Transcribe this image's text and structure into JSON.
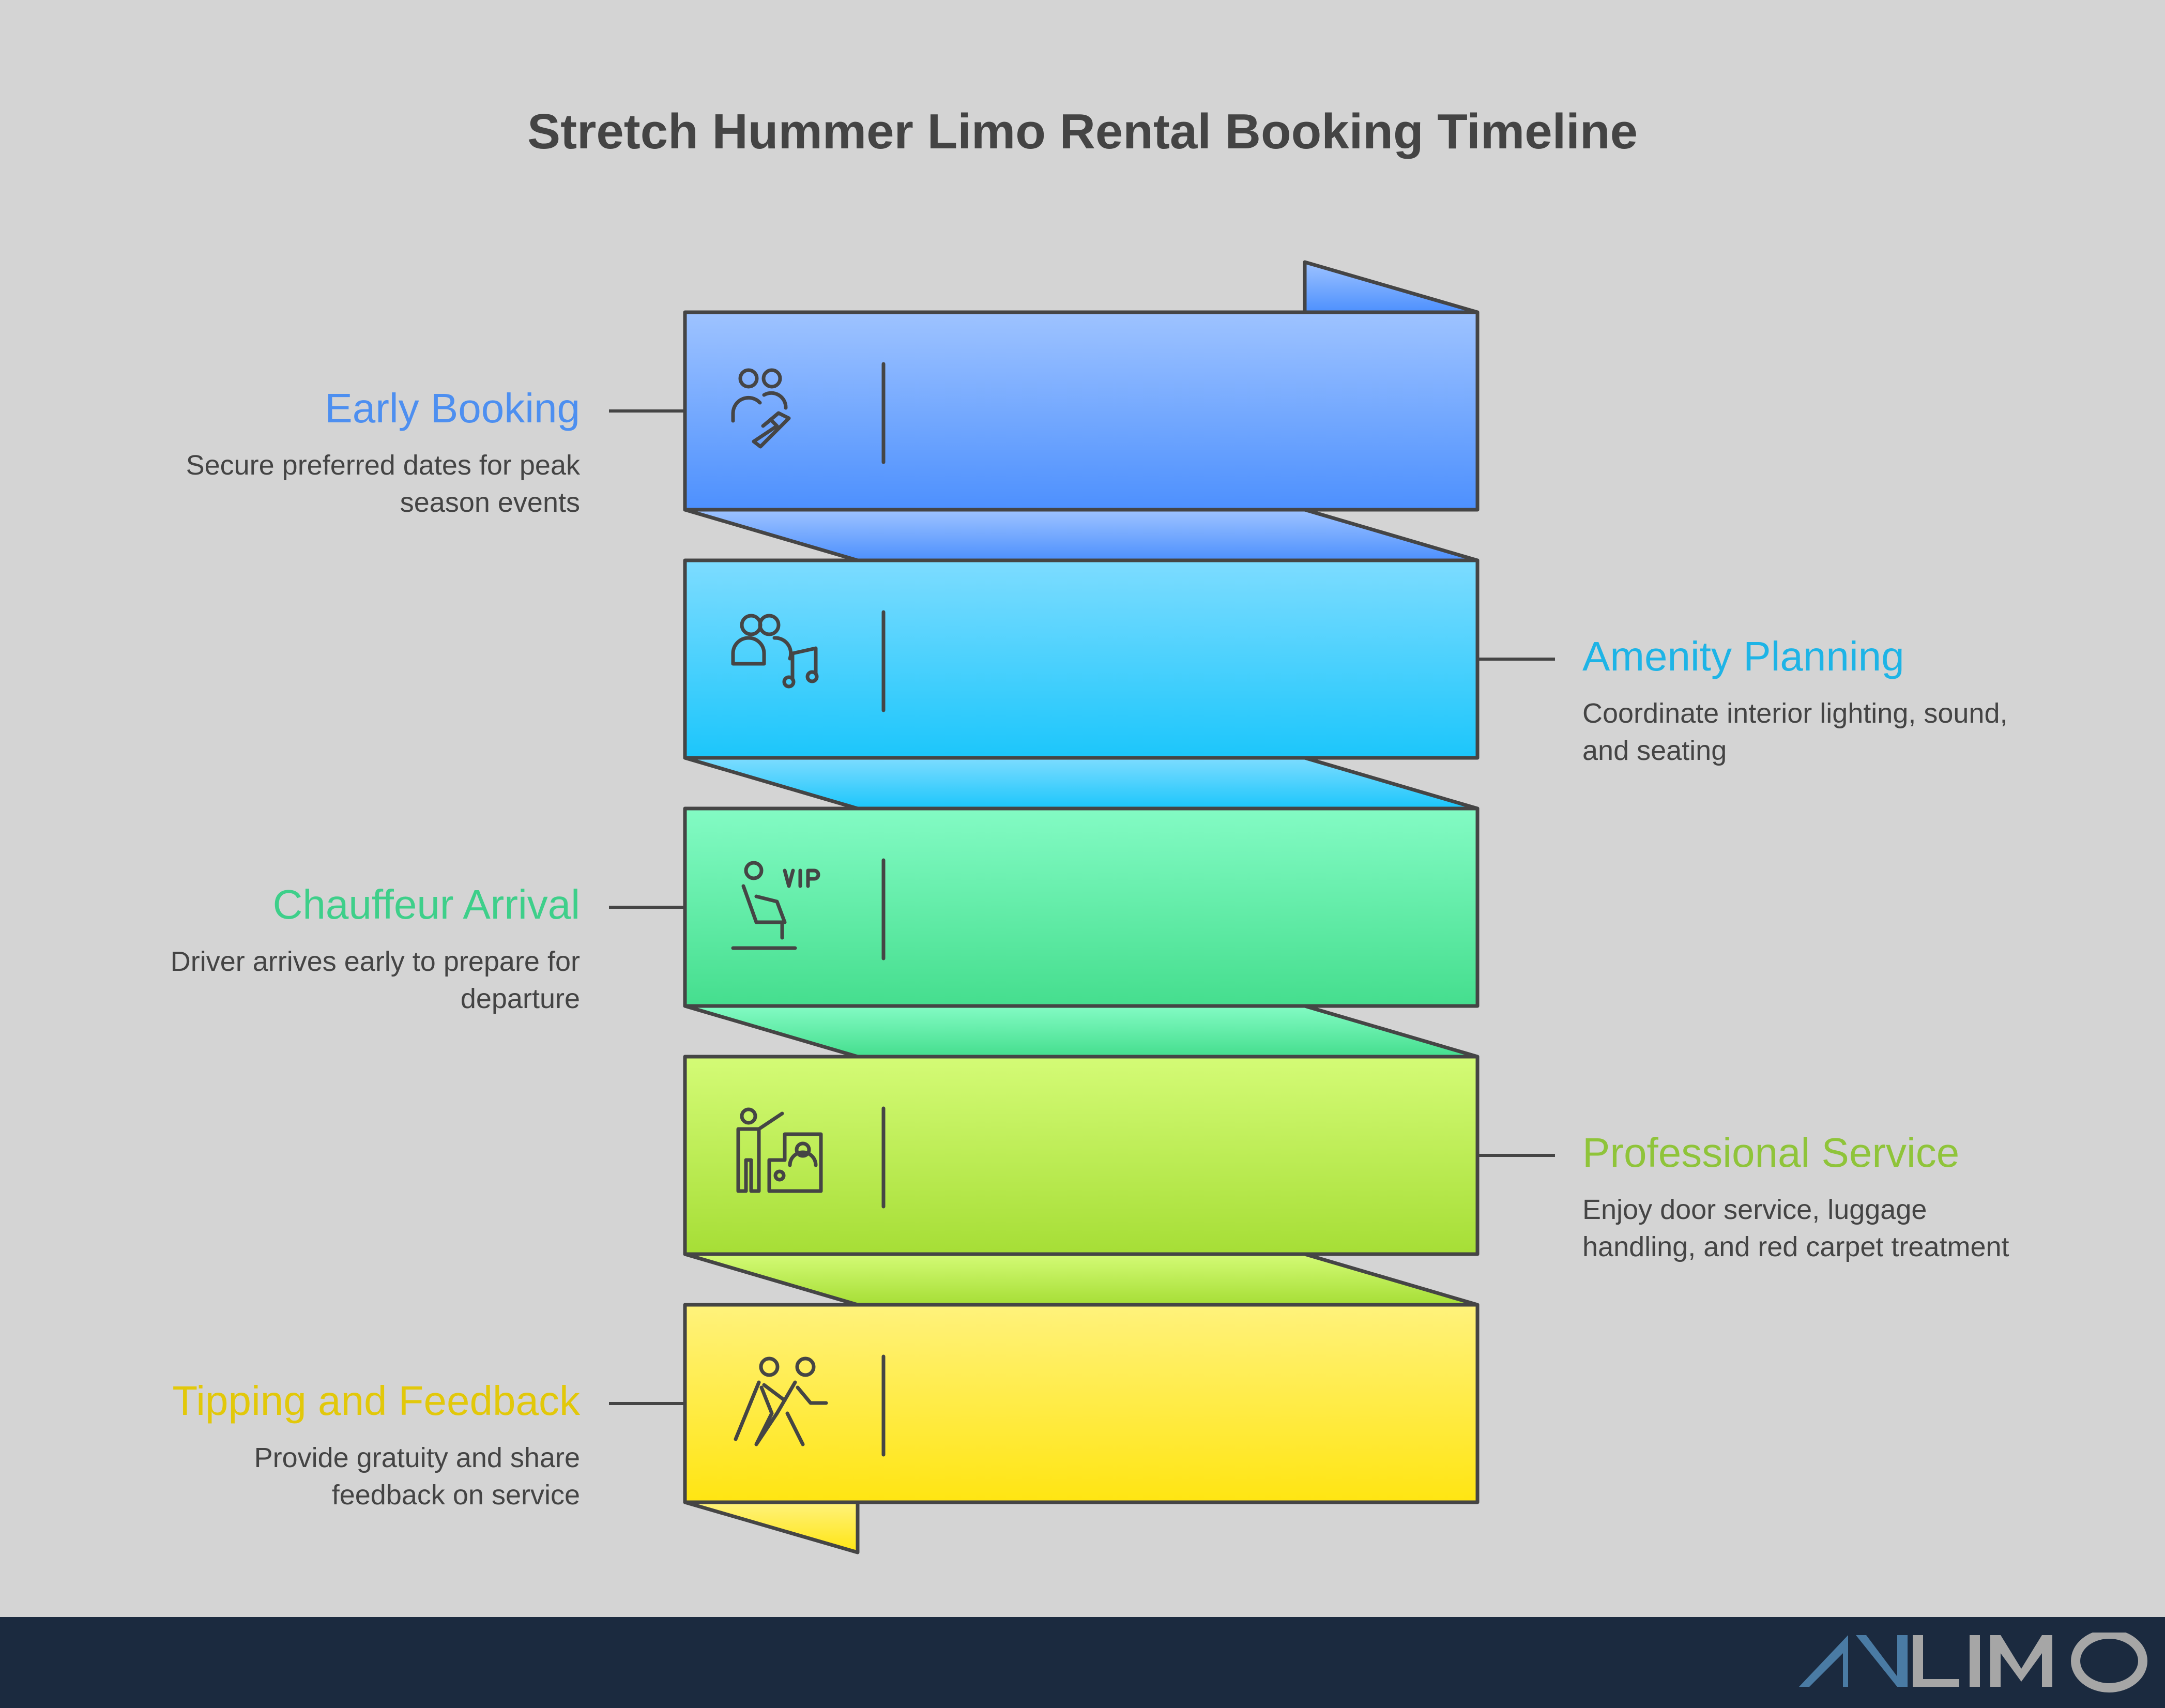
{
  "title": "Stretch Hummer Limo Rental Booking Timeline",
  "steps": [
    {
      "title": "Early Booking",
      "description": [
        "Secure preferred dates for peak",
        "season events"
      ],
      "side": "left",
      "icon": "people-handshake-icon",
      "color": "#4d8ff0",
      "top": "#9ec3ff",
      "bottom": "#4d90fe"
    },
    {
      "title": "Amenity Planning",
      "description": [
        "Coordinate interior lighting, sound,",
        "and seating"
      ],
      "side": "right",
      "icon": "people-music-icon",
      "color": "#1eb4e6",
      "top": "#7ddcff",
      "bottom": "#1cc6fb"
    },
    {
      "title": "Chauffeur Arrival",
      "description": [
        "Driver arrives early to prepare for",
        "departure"
      ],
      "side": "left",
      "icon": "vip-seat-icon",
      "color": "#3ecf8a",
      "top": "#83fbc4",
      "bottom": "#45de8e"
    },
    {
      "title": "Professional Service",
      "description": [
        "Enjoy door service, luggage",
        "handling, and red carpet treatment"
      ],
      "side": "right",
      "icon": "chauffeur-car-icon",
      "color": "#8fc43a",
      "top": "#d4fb76",
      "bottom": "#a6de36"
    },
    {
      "title": "Tipping and Feedback",
      "description": [
        "Provide gratuity and share",
        "feedback on service"
      ],
      "side": "left",
      "icon": "walking-people-icon",
      "color": "#e2c80a",
      "top": "#fff27c",
      "bottom": "#ffe512"
    }
  ],
  "footer": {
    "logo": "AVILIMO",
    "background": "#1b2a3f"
  }
}
